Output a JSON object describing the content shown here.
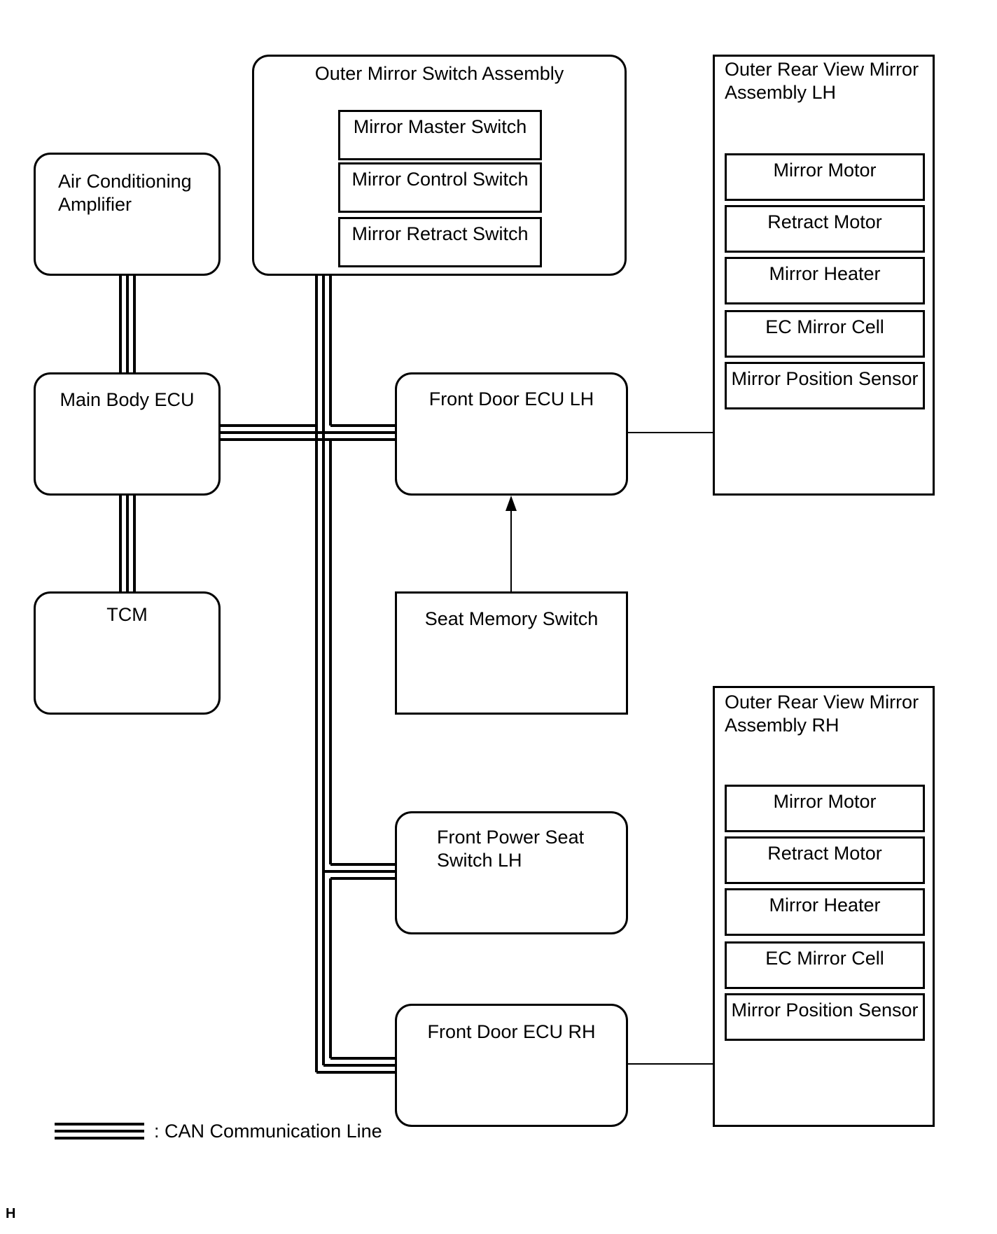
{
  "nodes": {
    "air_conditioning_amplifier": {
      "line1": "Air Conditioning",
      "line2": "Amplifier"
    },
    "main_body_ecu": "Main Body ECU",
    "tcm": "TCM",
    "outer_mirror_switch_assembly": {
      "title": "Outer Mirror Switch Assembly",
      "switches": [
        "Mirror Master Switch",
        "Mirror Control Switch",
        "Mirror Retract Switch"
      ]
    },
    "front_door_ecu_lh": "Front Door ECU LH",
    "seat_memory_switch": "Seat Memory Switch",
    "front_power_seat_switch_lh": {
      "line1": "Front Power Seat",
      "line2": "Switch LH"
    },
    "front_door_ecu_rh": "Front Door ECU RH",
    "outer_rear_view_mirror_lh": {
      "line1": "Outer Rear View Mirror",
      "line2": "Assembly LH",
      "parts": [
        "Mirror Motor",
        "Retract Motor",
        "Mirror Heater",
        "EC Mirror Cell",
        "Mirror Position Sensor"
      ]
    },
    "outer_rear_view_mirror_rh": {
      "line1": "Outer Rear View Mirror",
      "line2": "Assembly RH",
      "parts": [
        "Mirror Motor",
        "Retract Motor",
        "Mirror Heater",
        "EC Mirror Cell",
        "Mirror Position Sensor"
      ]
    }
  },
  "legend": {
    "can_line": ": CAN Communication Line"
  },
  "corner_mark": "H"
}
